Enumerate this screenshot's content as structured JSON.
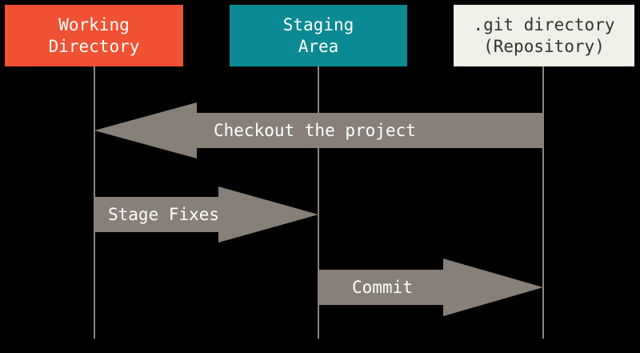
{
  "lanes": {
    "working_directory": {
      "line1": "Working",
      "line2": "Directory",
      "color": "#f05133"
    },
    "staging_area": {
      "line1": "Staging",
      "line2": "Area",
      "color": "#0b8a93"
    },
    "git_directory": {
      "line1": ".git directory",
      "line2": "(Repository)",
      "color": "#f0f0e8"
    }
  },
  "arrows": {
    "checkout": {
      "label": "Checkout the project",
      "from": "git_directory",
      "to": "working_directory"
    },
    "stage_fixes": {
      "label": "Stage Fixes",
      "from": "working_directory",
      "to": "staging_area"
    },
    "commit": {
      "label": "Commit",
      "from": "staging_area",
      "to": "git_directory"
    }
  },
  "colors": {
    "background": "#000000",
    "arrow": "#878078",
    "lifeline": "#8a8580"
  }
}
